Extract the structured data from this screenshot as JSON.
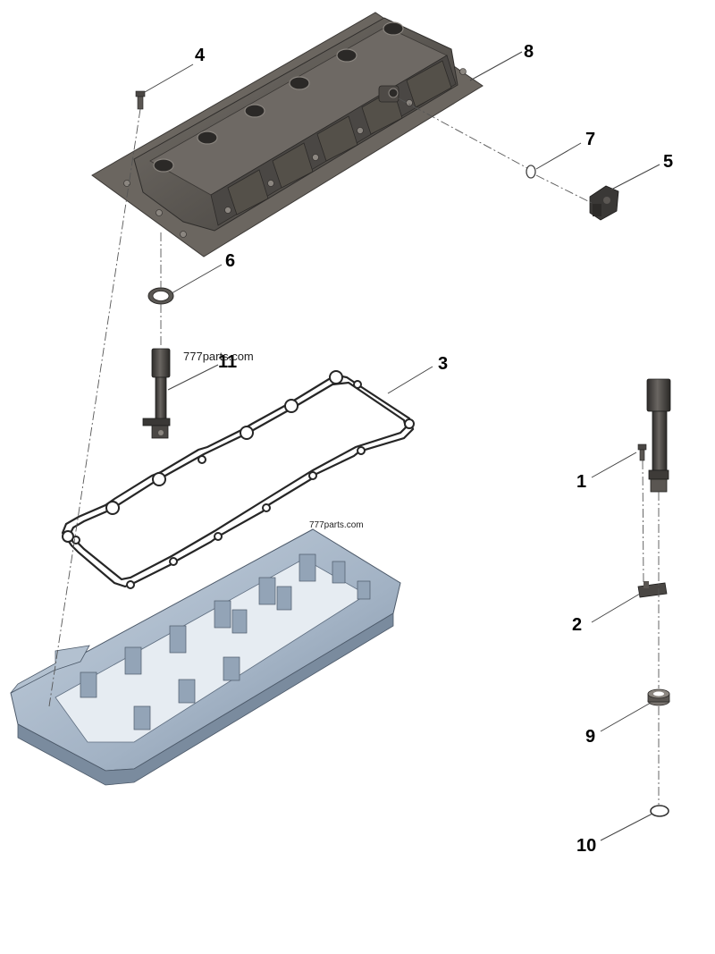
{
  "callouts": {
    "c1": "1",
    "c2": "2",
    "c3": "3",
    "c4": "4",
    "c5": "5",
    "c6": "6",
    "c7": "7",
    "c8": "8",
    "c9": "9",
    "c10": "10",
    "c11": "11"
  },
  "watermarks": {
    "w1": "777parts.com",
    "w2": "777parts.com"
  },
  "colors": {
    "cover": "#5e5a55",
    "cover_dark": "#3f3c39",
    "cover_light": "#7d7873",
    "base": "#a9b8c9",
    "base_dark": "#7d8ea2",
    "base_light": "#c9d4e0",
    "gasket": "#2a2a2a",
    "leader": "#555555"
  }
}
